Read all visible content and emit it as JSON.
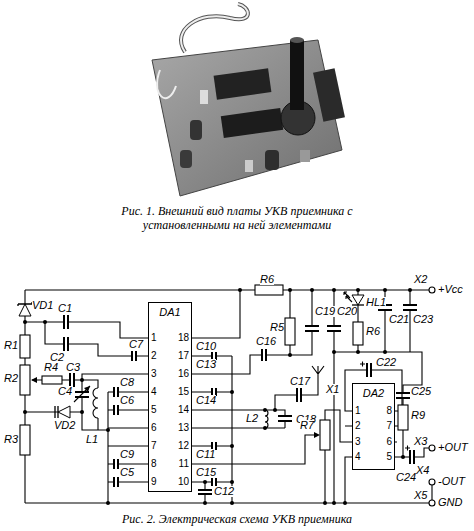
{
  "diagram": {
    "caption": "Рис. 2. Электрическая схема УКВ приемника",
    "nodes": [
      {
        "text": [
          "DA1"
        ]
      },
      {
        "text": [
          "DA2"
        ]
      }
    ],
    "labels": [
      "Рис. 1. Внешний вид платы УКВ приемника с установленными на ней элементами",
      "X2",
      "+Vcc",
      "R6",
      "C21",
      "C23",
      "VD1",
      "C1",
      "C2",
      "C7",
      "C10",
      "R5",
      "C19",
      "C20",
      "HL1",
      "R1",
      "R2",
      "R4",
      "C3",
      "C8",
      "C13",
      "C16",
      "C22",
      "C25",
      "C4",
      "L1",
      "C6",
      "C14",
      "C17",
      "VD2",
      "L2",
      "X1",
      "R6",
      "R3",
      "C9",
      "C11",
      "C18",
      "R7",
      "R9",
      "X3",
      "+OUT",
      "C5",
      "C15",
      "C24",
      "-OUT",
      "X4",
      "C12",
      "X5",
      "GND",
      "1",
      "2",
      "3",
      "4",
      "5",
      "6",
      "7",
      "8",
      "9",
      "18",
      "17",
      "16",
      "15",
      "14",
      "13",
      "12",
      "11",
      "10",
      "1",
      "2",
      "3",
      "4",
      "8",
      "7",
      "6",
      "5"
    ]
  }
}
